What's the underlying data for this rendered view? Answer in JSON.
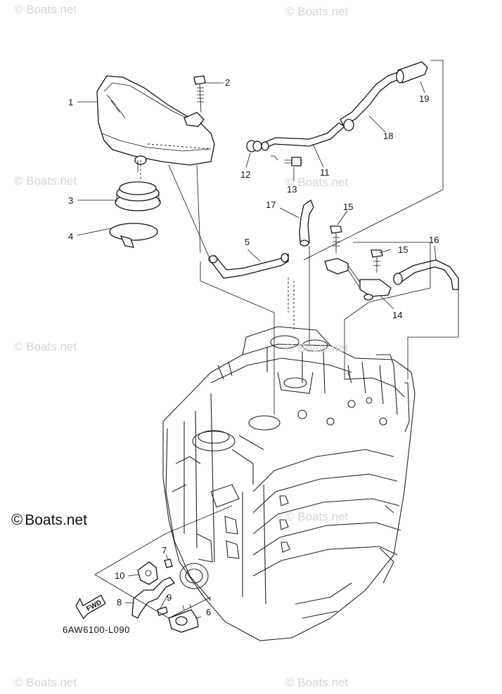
{
  "watermark": {
    "text": "© Boats.net"
  },
  "brand_label": {
    "symbol": "©",
    "text": "Boats.net"
  },
  "drawing_number": "6AW6100-L090",
  "fwd_label": "FWD",
  "callouts": [
    {
      "id": "1",
      "label": "1"
    },
    {
      "id": "2",
      "label": "2"
    },
    {
      "id": "3",
      "label": "3"
    },
    {
      "id": "4",
      "label": "4"
    },
    {
      "id": "5",
      "label": "5"
    },
    {
      "id": "6",
      "label": "6"
    },
    {
      "id": "7",
      "label": "7"
    },
    {
      "id": "8",
      "label": "8"
    },
    {
      "id": "9",
      "label": "9"
    },
    {
      "id": "10",
      "label": "10"
    },
    {
      "id": "11",
      "label": "11"
    },
    {
      "id": "12",
      "label": "12"
    },
    {
      "id": "13",
      "label": "13"
    },
    {
      "id": "14",
      "label": "14"
    },
    {
      "id": "15a",
      "label": "15"
    },
    {
      "id": "15b",
      "label": "15"
    },
    {
      "id": "16",
      "label": "16"
    },
    {
      "id": "17",
      "label": "17"
    },
    {
      "id": "18",
      "label": "18"
    },
    {
      "id": "19",
      "label": "19"
    }
  ]
}
